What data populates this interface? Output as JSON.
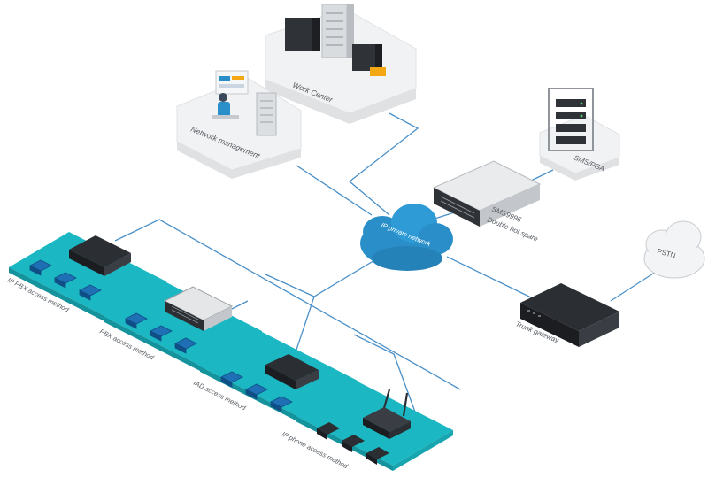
{
  "nodes": {
    "work_center": {
      "label": "Work Center",
      "icon": "server-rack-icon"
    },
    "network_management": {
      "label": "Network management",
      "icon": "admin-workstation-icon"
    },
    "sms_pga": {
      "label": "SMS/PGA",
      "icon": "server-cabinet-icon"
    },
    "main_server": {
      "label": "SMS9996",
      "sublabel": "Double hot spare",
      "icon": "server-appliance-icon"
    },
    "ip_network": {
      "label": "IP private network",
      "icon": "cloud-icon"
    },
    "pstn": {
      "label": "PSTN",
      "icon": "cloud-icon"
    },
    "trunk_gateway": {
      "label": "Trunk gateway",
      "icon": "gateway-icon"
    }
  },
  "platforms": [
    {
      "label": "IP PBX access method",
      "icon": "pbx-icon"
    },
    {
      "label": "PBX access method",
      "icon": "switch-icon"
    },
    {
      "label": "IAD access method",
      "icon": "iad-icon"
    },
    {
      "label": "IP phone access method",
      "icon": "router-icon"
    }
  ],
  "colors": {
    "platform": "#1bb7c2",
    "link": "#4a90c8",
    "cloud": "#2a8fc9",
    "device": "#25282d"
  }
}
